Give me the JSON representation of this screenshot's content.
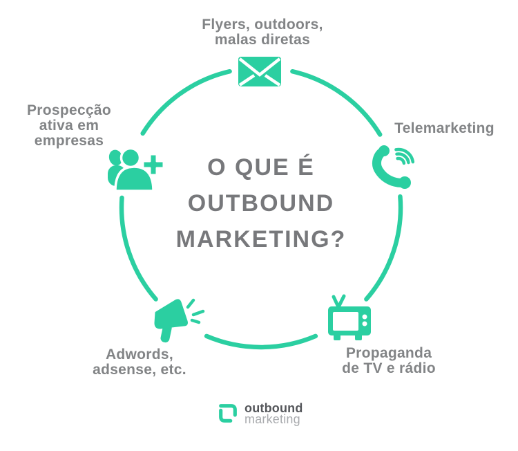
{
  "title": "O QUE É\nOUTBOUND\nMARKETING?",
  "nodes": [
    {
      "label": "Flyers, outdoors,\nmalas diretas",
      "icon": "envelope-icon"
    },
    {
      "label": "Telemarketing",
      "icon": "phone-call-icon"
    },
    {
      "label": "Propaganda\nde TV e rádio",
      "icon": "tv-icon"
    },
    {
      "label": "Adwords,\nadsense, etc.",
      "icon": "megaphone-icon"
    },
    {
      "label": "Prospecção\nativa em\nempresas",
      "icon": "add-users-icon"
    }
  ],
  "logo": {
    "name": "outbound",
    "suffix": "marketing"
  },
  "colors": {
    "accent": "#2BCFA1",
    "label_text": "#828486",
    "title_text": "#77787B",
    "logo_dark": "#54565A",
    "logo_light": "#A9ABAE",
    "background": "#FFFFFF"
  }
}
